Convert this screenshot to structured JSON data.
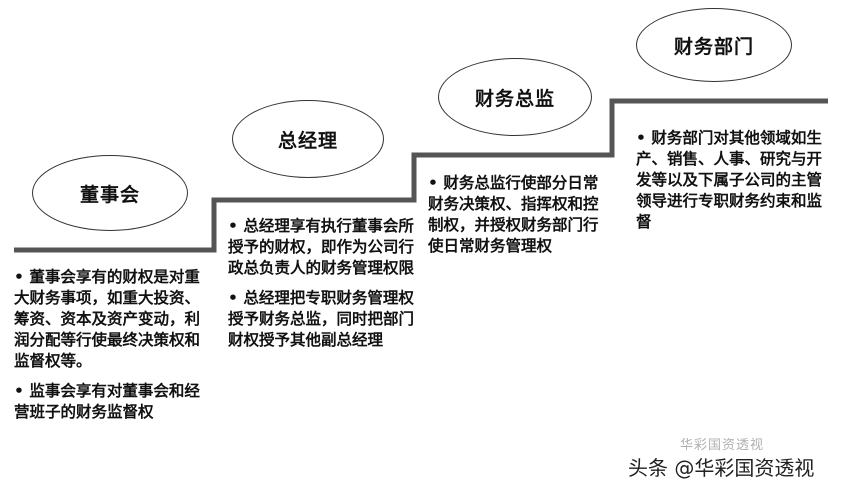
{
  "levels": [
    {
      "title": "董事会",
      "items": [
        "董事会享有的财权是对重大财务事项，如重大投资、筹资、资本及资产变动，利润分配等行使最终决策权和监督权等。",
        "监事会享有对董事会和经营班子的财务监督权"
      ]
    },
    {
      "title": "总经理",
      "items": [
        "总经理享有执行董事会所授予的财权，即作为公司行政总负责人的财务管理权限",
        "总经理把专职财务管理权授予财务总监，同时把部门财权授予其他副总经理"
      ]
    },
    {
      "title": "财务总监",
      "items": [
        "财务总监行使部分日常财务决策权、指挥权和控制权，并授权财务部门行使日常财务管理权"
      ]
    },
    {
      "title": "财务部门",
      "items": [
        "财务部门对其他领域如生产、销售、人事、研究与开发等以及下属子公司的主管领导进行专职财务约束和监督"
      ]
    }
  ],
  "watermark": {
    "text": "头条 @华彩国资透视",
    "ghost": "华彩国资透视"
  },
  "colors": {
    "stair": "#555555",
    "stroke": "#333333",
    "text": "#111111"
  }
}
